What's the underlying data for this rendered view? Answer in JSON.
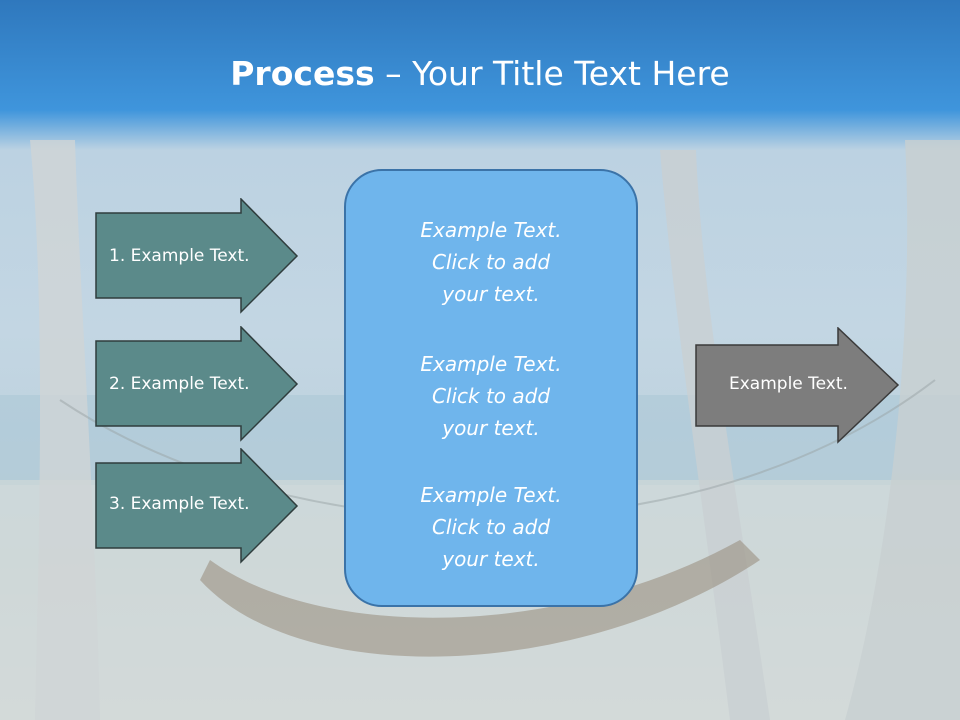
{
  "title": {
    "bold": "Process",
    "rest": " – Your Title Text Here"
  },
  "steps": [
    {
      "label": "1. Example Text."
    },
    {
      "label": "2. Example Text."
    },
    {
      "label": "3. Example Text."
    }
  ],
  "panel": {
    "blocks": [
      {
        "line1": "Example Text.",
        "line2": "Click  to add",
        "line3": "your text."
      },
      {
        "line1": "Example Text.",
        "line2": "Click  to add",
        "line3": "your text."
      },
      {
        "line1": "Example Text.",
        "line2": "Click  to add",
        "line3": "your text."
      }
    ]
  },
  "output": {
    "label": "Example Text."
  },
  "colors": {
    "header": "#2f78bd",
    "step_arrow": "#5b8a8a",
    "output_arrow": "#7d7d7d",
    "panel": "#6fb5ec",
    "panel_border": "#3b73a8"
  }
}
